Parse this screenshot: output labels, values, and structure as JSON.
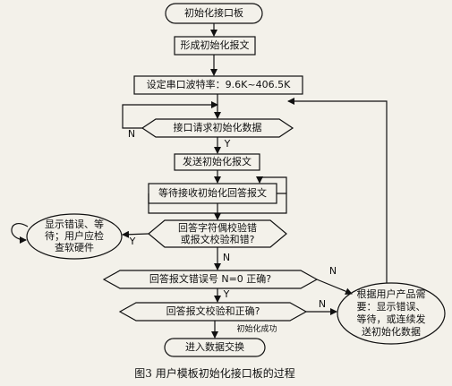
{
  "flowchart": {
    "start": "初始化接口板",
    "step_form_message": "形成初始化报文",
    "step_set_baud": "设定串口波特率：9.6K~406.5K",
    "decision_request": "接口请求初始化数据",
    "step_send": "发送初始化报文",
    "step_wait": "等待接收初始化回答报文",
    "decision_parity_line1": "回答字符偶校验错",
    "decision_parity_line2": "或报文校验和错?",
    "decision_error_no": "回答报文错误号 N=0 正确?",
    "decision_checksum": "回答报文校验和正确?",
    "success_label": "初始化成功",
    "end": "进入数据交换",
    "left_terminal_line1": "显示错误、等",
    "left_terminal_line2": "待；用户应检",
    "left_terminal_line3": "查软硬件",
    "right_terminal_line1": "根据用户产品需",
    "right_terminal_line2": "要：显示错误、",
    "right_terminal_line3": "等待，或连续发",
    "right_terminal_line4": "送初始化数据",
    "label_n1": "N",
    "label_y1": "Y",
    "label_y2": "Y",
    "label_n2": "N",
    "label_n3": "N",
    "label_y3": "Y",
    "label_n4": "N"
  },
  "caption": "图3   用户模板初始化接口板的过程"
}
